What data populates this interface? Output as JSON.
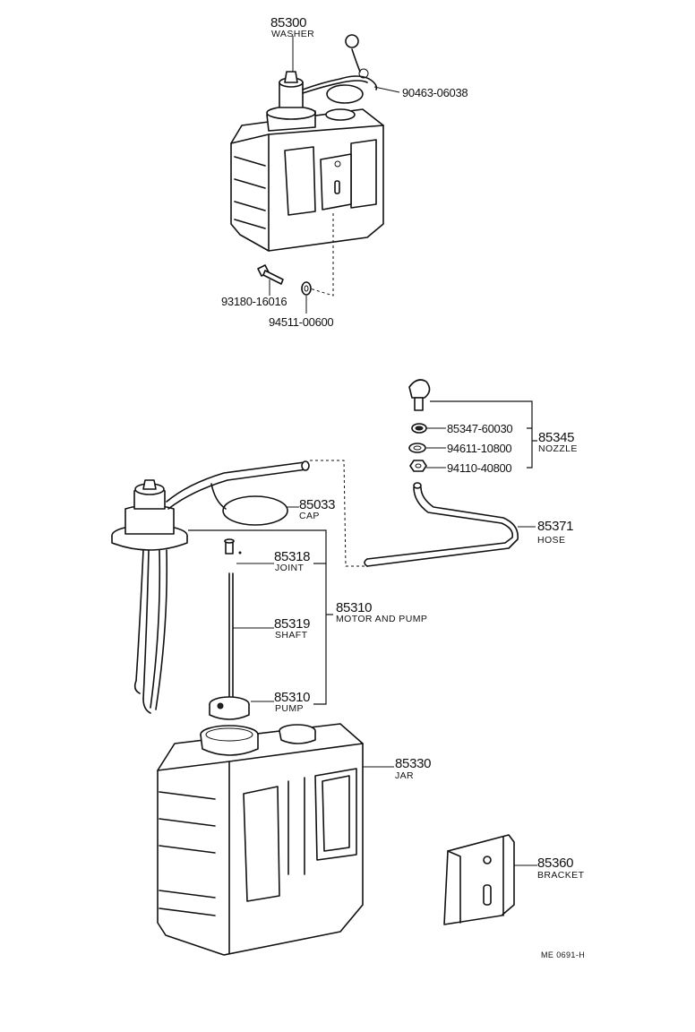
{
  "labels": {
    "washer_assy": {
      "number": "85300",
      "name": "WASHER"
    },
    "top_hose_clip": {
      "number": "90463-06038"
    },
    "bolt": {
      "number": "93180-16016"
    },
    "washer_small": {
      "number": "94511-00600"
    },
    "nozzle_a": {
      "number": "85347-60030"
    },
    "nozzle_b": {
      "number": "94611-10800"
    },
    "nozzle_c": {
      "number": "94110-40800"
    },
    "nozzle_group": {
      "number": "85345",
      "name": "NOZZLE"
    },
    "cap": {
      "number": "85033",
      "name": "CAP"
    },
    "hose": {
      "number": "85371",
      "name": "HOSE"
    },
    "joint": {
      "number": "85318",
      "name": "JOINT"
    },
    "motor_pump": {
      "number": "85310",
      "name": "MOTOR AND PUMP"
    },
    "shaft": {
      "number": "85319",
      "name": "SHAFT"
    },
    "pump": {
      "number": "85310",
      "name": "PUMP"
    },
    "jar": {
      "number": "85330",
      "name": "JAR"
    },
    "bracket": {
      "number": "85360",
      "name": "BRACKET"
    }
  },
  "footer_code": "ME 0691-H"
}
